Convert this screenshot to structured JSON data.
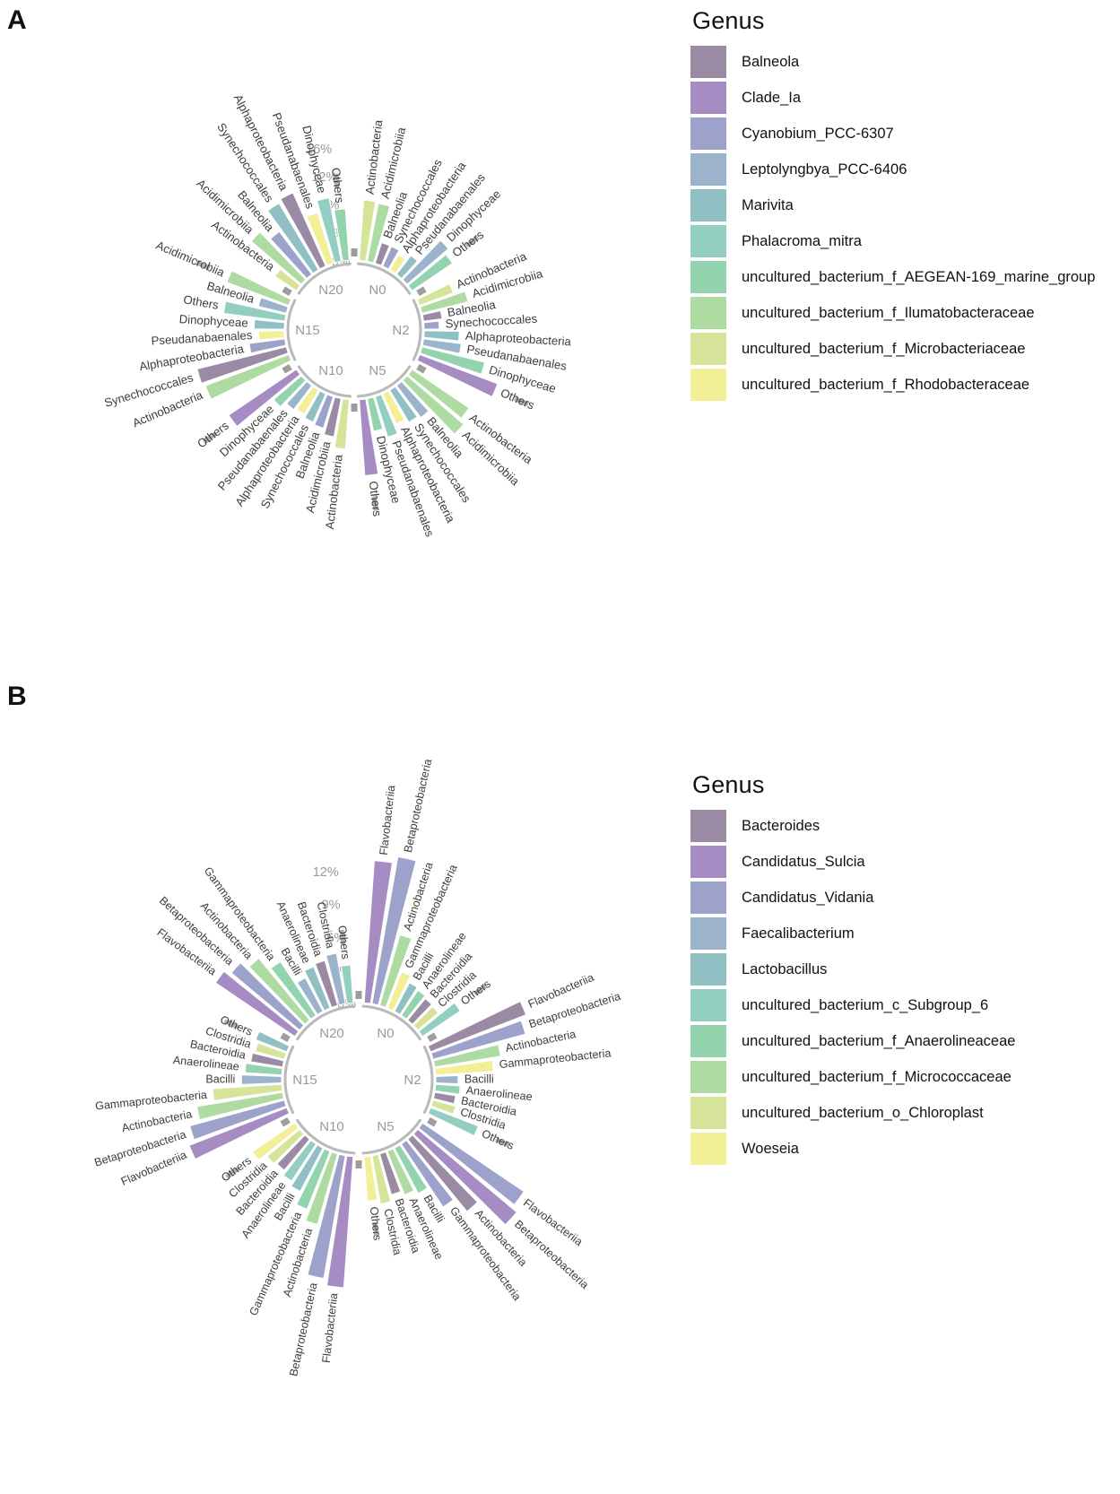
{
  "figure": {
    "panel_a_letter": "A",
    "panel_b_letter": "B"
  },
  "palette": {
    "c1": "#9b8aa4",
    "c2": "#a68cc3",
    "c3": "#9ca2c9",
    "c4": "#9bb4cb",
    "c5": "#91c0c4",
    "c6": "#93cfc0",
    "c7": "#93d3ae",
    "c8": "#aedba2",
    "c9": "#d5e498",
    "c10": "#f3ef97"
  },
  "legend_a": {
    "title": "Genus",
    "items": [
      {
        "label": "Balneola",
        "color": "#9b8aa4"
      },
      {
        "label": "Clade_Ia",
        "color": "#a68cc3"
      },
      {
        "label": "Cyanobium_PCC-6307",
        "color": "#9ca2c9"
      },
      {
        "label": "Leptolyngbya_PCC-6406",
        "color": "#9bb4cb"
      },
      {
        "label": "Marivita",
        "color": "#91c0c4"
      },
      {
        "label": "Phalacroma_mitra",
        "color": "#93cfc0"
      },
      {
        "label": "uncultured_bacterium_f_AEGEAN-169_marine_group",
        "color": "#93d3ae"
      },
      {
        "label": "uncultured_bacterium_f_Ilumatobacteraceae",
        "color": "#aedba2"
      },
      {
        "label": "uncultured_bacterium_f_Microbacteriaceae",
        "color": "#d5e498"
      },
      {
        "label": "uncultured_bacterium_f_Rhodobacteraceae",
        "color": "#f3ef97"
      }
    ]
  },
  "legend_b": {
    "title": "Genus",
    "items": [
      {
        "label": "Bacteroides",
        "color": "#9b8aa4"
      },
      {
        "label": "Candidatus_Sulcia",
        "color": "#a68cc3"
      },
      {
        "label": "Candidatus_Vidania",
        "color": "#9ca2c9"
      },
      {
        "label": "Faecalibacterium",
        "color": "#9bb4cb"
      },
      {
        "label": "Lactobacillus",
        "color": "#91c0c4"
      },
      {
        "label": "uncultured_bacterium_c_Subgroup_6",
        "color": "#93cfc0"
      },
      {
        "label": "uncultured_bacterium_f_Anaerolineaceae",
        "color": "#93d3ae"
      },
      {
        "label": "uncultured_bacterium_f_Micrococcaceae",
        "color": "#aedba2"
      },
      {
        "label": "uncultured_bacterium_o_Chloroplast",
        "color": "#d5e498"
      },
      {
        "label": "Woeseia",
        "color": "#f3ef97"
      }
    ]
  },
  "chart_data": [
    {
      "id": "panel_a",
      "type": "bar",
      "layout": "circular-radial",
      "title": "",
      "ylabel": "",
      "axis_ticks": [
        "0%",
        "4%",
        "8%",
        "12%",
        "16%"
      ],
      "axis_tick_values": [
        0,
        4,
        8,
        12,
        16
      ],
      "ylim": [
        0,
        16
      ],
      "grid": false,
      "legend_position": "right",
      "sector_labels": [
        "N0",
        "N2",
        "N5",
        "N10",
        "N15",
        "N20"
      ],
      "bar_categories": [
        "Actinobacteria",
        "Acidimicrobiia",
        "Balneolia",
        "Synechococcales",
        "Alphaproteobacteria",
        "Pseudanabaenales",
        "Dinophyceae",
        "Others"
      ],
      "sectors": [
        {
          "name": "N0",
          "bars": [
            {
              "label": "Actinobacteria",
              "value": 8.4,
              "color": "#d5e498"
            },
            {
              "label": "Acidimicrobiia",
              "value": 8.2,
              "color": "#aedba2"
            },
            {
              "label": "Balneolia",
              "value": 3.0,
              "color": "#9b8aa4"
            },
            {
              "label": "Synechococcales",
              "value": 3.0,
              "color": "#9ca2c9"
            },
            {
              "label": "Alphaproteobacteria",
              "value": 2.4,
              "color": "#f3ef97"
            },
            {
              "label": "Pseudanabaenales",
              "value": 3.3,
              "color": "#91c0c4"
            },
            {
              "label": "Dinophyceae",
              "value": 7.6,
              "color": "#9bb4cb"
            },
            {
              "label": "Others",
              "value": 6.8,
              "color": "#93d3ae"
            }
          ]
        },
        {
          "name": "N2",
          "bars": [
            {
              "label": "Actinobacteria",
              "value": 5.0,
              "color": "#d5e498"
            },
            {
              "label": "Acidimicrobiia",
              "value": 6.6,
              "color": "#aedba2"
            },
            {
              "label": "Balneolia",
              "value": 2.6,
              "color": "#9b8aa4"
            },
            {
              "label": "Synechococcales",
              "value": 2.1,
              "color": "#9ca2c9"
            },
            {
              "label": "Alphaproteobacteria",
              "value": 4.9,
              "color": "#91c0c4"
            },
            {
              "label": "Pseudanabaenales",
              "value": 5.3,
              "color": "#9bb4cb"
            },
            {
              "label": "Dinophyceae",
              "value": 9.0,
              "color": "#93d3ae"
            },
            {
              "label": "Others",
              "value": 11.6,
              "color": "#a68cc3"
            }
          ]
        },
        {
          "name": "N5",
          "bars": [
            {
              "label": "Actinobacteria",
              "value": 9.6,
              "color": "#aedba2"
            },
            {
              "label": "Acidimicrobiia",
              "value": 10.4,
              "color": "#aedba2"
            },
            {
              "label": "Balneolia",
              "value": 5.6,
              "color": "#9bb4cb"
            },
            {
              "label": "Synechococcales",
              "value": 5.2,
              "color": "#91c0c4"
            },
            {
              "label": "Alphaproteobacteria",
              "value": 4.6,
              "color": "#f3ef97"
            },
            {
              "label": "Pseudanabaenales",
              "value": 5.9,
              "color": "#93cfc0"
            },
            {
              "label": "Dinophyceae",
              "value": 4.6,
              "color": "#93d3ae"
            },
            {
              "label": "Others",
              "value": 10.6,
              "color": "#a68cc3"
            }
          ]
        },
        {
          "name": "N10",
          "bars": [
            {
              "label": "Actinobacteria",
              "value": 6.9,
              "color": "#d5e498"
            },
            {
              "label": "Acidimicrobiia",
              "value": 5.4,
              "color": "#9b8aa4"
            },
            {
              "label": "Balneolia",
              "value": 4.6,
              "color": "#9ca2c9"
            },
            {
              "label": "Synechococcales",
              "value": 4.3,
              "color": "#91c0c4"
            },
            {
              "label": "Alphaproteobacteria",
              "value": 3.9,
              "color": "#f3ef97"
            },
            {
              "label": "Pseudanabaenales",
              "value": 4.2,
              "color": "#9bb4cb"
            },
            {
              "label": "Dinophyceae",
              "value": 5.1,
              "color": "#93d3ae"
            },
            {
              "label": "Others",
              "value": 11.4,
              "color": "#a68cc3"
            }
          ]
        },
        {
          "name": "N15",
          "bars": [
            {
              "label": "Actinobacteria",
              "value": 12.4,
              "color": "#aedba2"
            },
            {
              "label": "Synechococcales",
              "value": 12.8,
              "color": "#9b8aa4"
            },
            {
              "label": "Alphaproteobacteria",
              "value": 5.0,
              "color": "#9ca2c9"
            },
            {
              "label": "Pseudanabaenales",
              "value": 3.6,
              "color": "#f3ef97"
            },
            {
              "label": "Dinophyceae",
              "value": 4.2,
              "color": "#91c0c4"
            },
            {
              "label": "Others",
              "value": 8.6,
              "color": "#93cfc0"
            },
            {
              "label": "Balneolia",
              "value": 4.0,
              "color": "#9bb4cb"
            },
            {
              "label": "Acidimicrobiia",
              "value": 9.2,
              "color": "#aedba2"
            }
          ]
        },
        {
          "name": "N20",
          "bars": [
            {
              "label": "Actinobacteria",
              "value": 3.6,
              "color": "#d5e498"
            },
            {
              "label": "Acidimicrobiia",
              "value": 9.2,
              "color": "#aedba2"
            },
            {
              "label": "Balneolia",
              "value": 7.5,
              "color": "#9ca2c9"
            },
            {
              "label": "Synechococcales",
              "value": 10.8,
              "color": "#91c0c4"
            },
            {
              "label": "Alphaproteobacteria",
              "value": 11.2,
              "color": "#9b8aa4"
            },
            {
              "label": "Pseudanabaenales",
              "value": 7.4,
              "color": "#f3ef97"
            },
            {
              "label": "Dinophyceae",
              "value": 9.0,
              "color": "#93cfc0"
            },
            {
              "label": "Others",
              "value": 7.2,
              "color": "#93d3ae"
            }
          ]
        }
      ]
    },
    {
      "id": "panel_b",
      "type": "bar",
      "layout": "circular-radial",
      "title": "",
      "ylabel": "",
      "axis_ticks": [
        "0%",
        "3%",
        "6%",
        "9%",
        "12%"
      ],
      "axis_tick_values": [
        0,
        3,
        6,
        9,
        12
      ],
      "ylim": [
        0,
        12
      ],
      "grid": false,
      "legend_position": "right",
      "sector_labels": [
        "N0",
        "N2",
        "N5",
        "N10",
        "N15",
        "N20"
      ],
      "bar_categories": [
        "Flavobacteriia",
        "Betaproteobacteria",
        "Actinobacteria",
        "Gammaproteobacteria",
        "Bacilli",
        "Anaerolineae",
        "Bacteroidia",
        "Clostridia",
        "Others"
      ],
      "sectors": [
        {
          "name": "N0",
          "bars": [
            {
              "label": "Flavobacteriia",
              "value": 12.8,
              "color": "#a68cc3"
            },
            {
              "label": "Betaproteobacteria",
              "value": 13.4,
              "color": "#9ca2c9"
            },
            {
              "label": "Actinobacteria",
              "value": 6.6,
              "color": "#aedba2"
            },
            {
              "label": "Gammaproteobacteria",
              "value": 3.5,
              "color": "#f3ef97"
            },
            {
              "label": "Bacilli",
              "value": 2.9,
              "color": "#91c0c4"
            },
            {
              "label": "Anaerolineae",
              "value": 2.7,
              "color": "#93d3ae"
            },
            {
              "label": "Bacteroidia",
              "value": 2.5,
              "color": "#9b8aa4"
            },
            {
              "label": "Clostridia",
              "value": 2.4,
              "color": "#d5e498"
            },
            {
              "label": "Others",
              "value": 4.1,
              "color": "#93cfc0"
            }
          ]
        },
        {
          "name": "N2",
          "bars": [
            {
              "label": "Flavobacteriia",
              "value": 9.2,
              "color": "#9b8aa4"
            },
            {
              "label": "Betaproteobacteria",
              "value": 8.6,
              "color": "#9ca2c9"
            },
            {
              "label": "Actinobacteria",
              "value": 6.0,
              "color": "#aedba2"
            },
            {
              "label": "Gammaproteobacteria",
              "value": 5.2,
              "color": "#f3ef97"
            },
            {
              "label": "Bacilli",
              "value": 2.0,
              "color": "#9bb4cb"
            },
            {
              "label": "Anaerolineae",
              "value": 2.2,
              "color": "#93d3ae"
            },
            {
              "label": "Bacteroidia",
              "value": 1.9,
              "color": "#9b8aa4"
            },
            {
              "label": "Clostridia",
              "value": 2.1,
              "color": "#d5e498"
            },
            {
              "label": "Others",
              "value": 4.6,
              "color": "#93cfc0"
            }
          ]
        },
        {
          "name": "N5",
          "bars": [
            {
              "label": "Flavobacteriia",
              "value": 11.0,
              "color": "#9ca2c9"
            },
            {
              "label": "Betaproteobacteria",
              "value": 11.6,
              "color": "#a68cc3"
            },
            {
              "label": "Actinobacteria",
              "value": 8.4,
              "color": "#9b8aa4"
            },
            {
              "label": "Gammaproteobacteria",
              "value": 6.8,
              "color": "#9ca2c9"
            },
            {
              "label": "Bacilli",
              "value": 4.6,
              "color": "#93d3ae"
            },
            {
              "label": "Anaerolineae",
              "value": 4.2,
              "color": "#aedba2"
            },
            {
              "label": "Bacteroidia",
              "value": 3.8,
              "color": "#9b8aa4"
            },
            {
              "label": "Clostridia",
              "value": 4.4,
              "color": "#d5e498"
            },
            {
              "label": "Others",
              "value": 4.0,
              "color": "#f3ef97"
            }
          ]
        },
        {
          "name": "N10",
          "bars": [
            {
              "label": "Flavobacteriia",
              "value": 11.8,
              "color": "#a68cc3"
            },
            {
              "label": "Betaproteobacteria",
              "value": 11.2,
              "color": "#9ca2c9"
            },
            {
              "label": "Actinobacteria",
              "value": 6.6,
              "color": "#aedba2"
            },
            {
              "label": "Gammaproteobacteria",
              "value": 5.6,
              "color": "#93d3ae"
            },
            {
              "label": "Bacilli",
              "value": 4.4,
              "color": "#91c0c4"
            },
            {
              "label": "Anaerolineae",
              "value": 4.0,
              "color": "#93cfc0"
            },
            {
              "label": "Bacteroidia",
              "value": 3.6,
              "color": "#9b8aa4"
            },
            {
              "label": "Clostridia",
              "value": 3.8,
              "color": "#d5e498"
            },
            {
              "label": "Others",
              "value": 4.6,
              "color": "#f3ef97"
            }
          ]
        },
        {
          "name": "N15",
          "bars": [
            {
              "label": "Flavobacteriia",
              "value": 9.4,
              "color": "#a68cc3"
            },
            {
              "label": "Betaproteobacteria",
              "value": 8.8,
              "color": "#9ca2c9"
            },
            {
              "label": "Actinobacteria",
              "value": 7.8,
              "color": "#aedba2"
            },
            {
              "label": "Gammaproteobacteria",
              "value": 6.2,
              "color": "#d5e498"
            },
            {
              "label": "Bacilli",
              "value": 3.6,
              "color": "#9bb4cb"
            },
            {
              "label": "Anaerolineae",
              "value": 3.3,
              "color": "#93d3ae"
            },
            {
              "label": "Bacteroidia",
              "value": 2.9,
              "color": "#9b8aa4"
            },
            {
              "label": "Clostridia",
              "value": 2.7,
              "color": "#d5e498"
            },
            {
              "label": "Others",
              "value": 3.0,
              "color": "#91c0c4"
            }
          ]
        },
        {
          "name": "N20",
          "bars": [
            {
              "label": "Flavobacteriia",
              "value": 8.6,
              "color": "#a68cc3"
            },
            {
              "label": "Betaproteobacteria",
              "value": 8.0,
              "color": "#9ca2c9"
            },
            {
              "label": "Actinobacteria",
              "value": 7.2,
              "color": "#aedba2"
            },
            {
              "label": "Gammaproteobacteria",
              "value": 5.8,
              "color": "#93d3ae"
            },
            {
              "label": "Bacilli",
              "value": 3.4,
              "color": "#9bb4cb"
            },
            {
              "label": "Anaerolineae",
              "value": 4.0,
              "color": "#91c0c4"
            },
            {
              "label": "Bacteroidia",
              "value": 4.2,
              "color": "#9b8aa4"
            },
            {
              "label": "Clostridia",
              "value": 4.6,
              "color": "#9bb4cb"
            },
            {
              "label": "Others",
              "value": 3.4,
              "color": "#93cfc0"
            }
          ]
        }
      ]
    }
  ]
}
